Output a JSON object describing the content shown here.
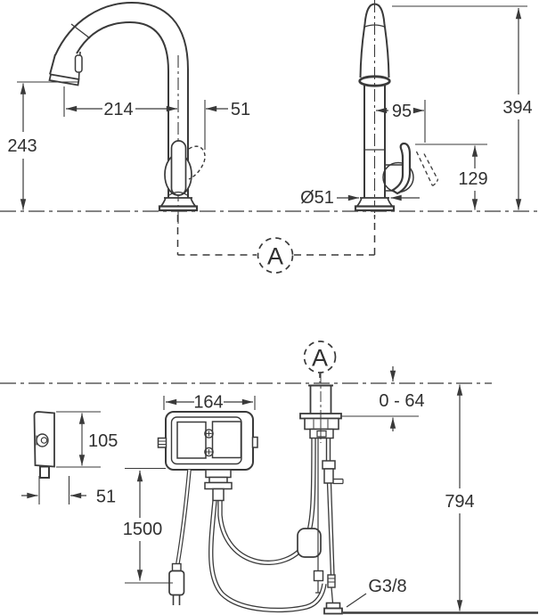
{
  "title": "faucet-installation-drawing",
  "colors": {
    "background": "#ffffff",
    "line": "#3a3a3a",
    "text": "#303030"
  },
  "side_view": {
    "spout_reach": "214",
    "handle_offset": "51",
    "spout_height": "243"
  },
  "front_view": {
    "head_offset": "95",
    "total_height": "394",
    "handle_height": "129",
    "base_diameter": "Ø51"
  },
  "section": {
    "top_label": "A",
    "bottom_label": "A"
  },
  "control_box": {
    "width": "164",
    "height": "105",
    "depth": "51",
    "cable_length": "1500"
  },
  "installation": {
    "deck_thickness": "0 - 64",
    "below_deck_height": "794",
    "supply_thread": "G3/8"
  }
}
